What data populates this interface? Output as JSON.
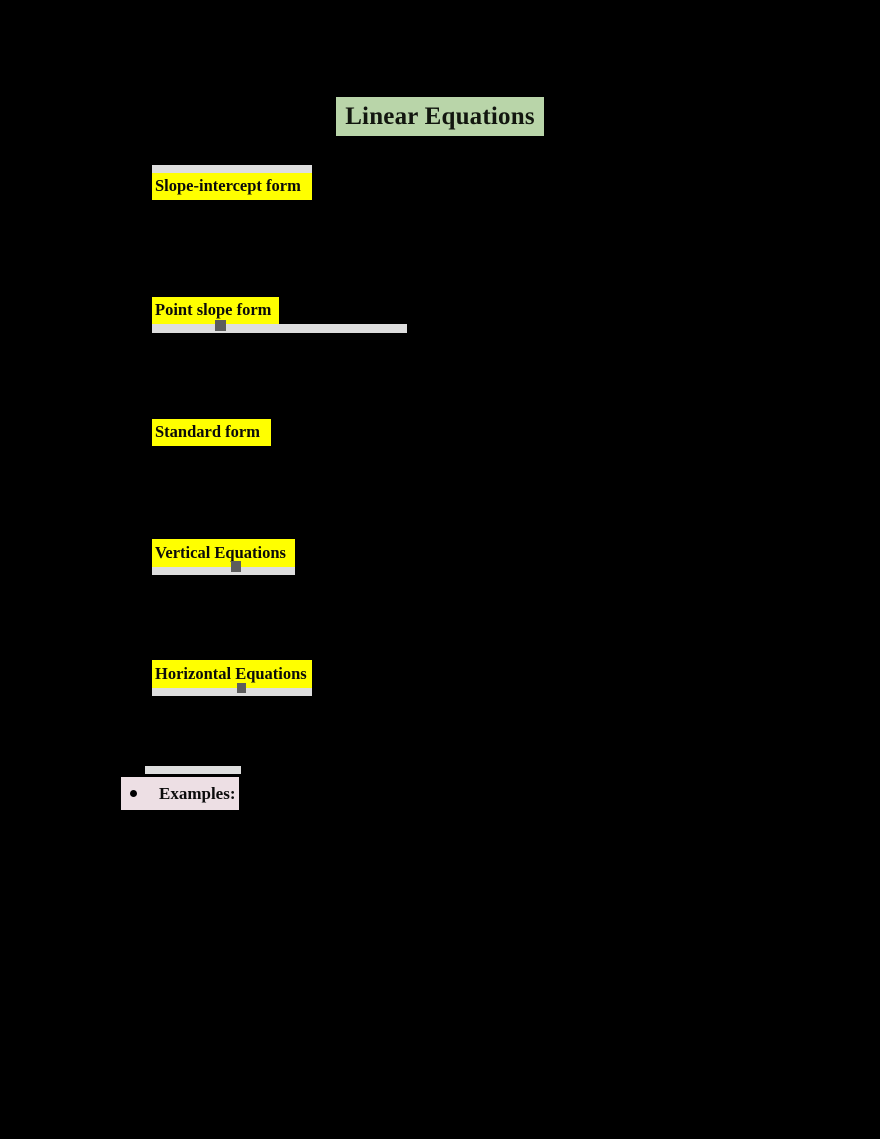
{
  "document": {
    "title": "Linear Equations",
    "title_highlight": "#b9d5a9",
    "page_background": "#000000",
    "heading_highlight": "#ffff00",
    "bullet_highlight": "#eddfe4",
    "marker_color": "#5d5d5d",
    "strip_color": "#dedede"
  },
  "sections": [
    {
      "label": "Slope-intercept form",
      "body": "",
      "highlight": "#ffff00"
    },
    {
      "label": "Point slope form",
      "body": "",
      "highlight": "#ffff00"
    },
    {
      "label": "Standard form",
      "body": "",
      "highlight": "#ffff00"
    },
    {
      "label": "Vertical Equations",
      "body": "",
      "highlight": "#ffff00"
    },
    {
      "label": "Horizontal Equations",
      "body": "",
      "highlight": "#ffff00"
    }
  ],
  "examples": {
    "bullet_glyph": "bullet-point",
    "label": "Examples:"
  }
}
